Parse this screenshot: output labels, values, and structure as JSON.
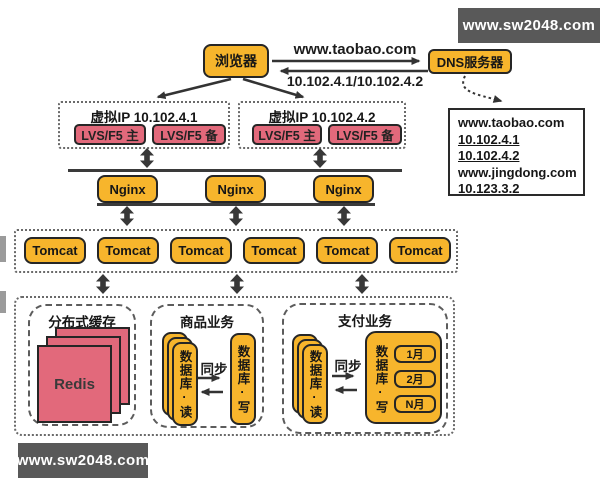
{
  "watermark_top": "www.sw2048.com",
  "watermark_bottom": "www.sw2048.com",
  "flow": {
    "browser_label": "浏览器",
    "dns_server_label": "DNS服务器",
    "request_label": "www.taobao.com",
    "response_label": "10.102.4.1/10.102.4.2"
  },
  "dns_table": {
    "rows": [
      {
        "text": "www.taobao.com",
        "underlined": false
      },
      {
        "text": "10.102.4.1",
        "underlined": true
      },
      {
        "text": "10.102.4.2",
        "underlined": true
      },
      {
        "text": "www.jingdong.com",
        "underlined": false
      },
      {
        "text": "10.123.3.2",
        "underlined": false
      }
    ]
  },
  "vip_groups": [
    {
      "title": "虚拟IP 10.102.4.1",
      "primary": "LVS/F5 主",
      "backup": "LVS/F5 备"
    },
    {
      "title": "虚拟IP 10.102.4.2",
      "primary": "LVS/F5 主",
      "backup": "LVS/F5 备"
    }
  ],
  "nginx_nodes": [
    "Nginx",
    "Nginx",
    "Nginx"
  ],
  "tomcat_nodes": [
    "Tomcat",
    "Tomcat",
    "Tomcat",
    "Tomcat",
    "Tomcat",
    "Tomcat"
  ],
  "groups": {
    "cache": {
      "title": "分布式缓存",
      "node_label": "Redis"
    },
    "product": {
      "title": "商品业务",
      "read_label": "数据库·读",
      "write_label": "数据库·写",
      "sync_label": "同步"
    },
    "payment": {
      "title": "支付业务",
      "read_label": "数据库·读",
      "write_label": "数据库·写",
      "sync_label": "同步",
      "shards": [
        "1月",
        "2月",
        "N月"
      ]
    }
  },
  "colors": {
    "orange": "#F7B52C",
    "pink": "#E2697B",
    "line": "#3a3a3a",
    "banner": "#595959",
    "border_dark": "#262626"
  }
}
